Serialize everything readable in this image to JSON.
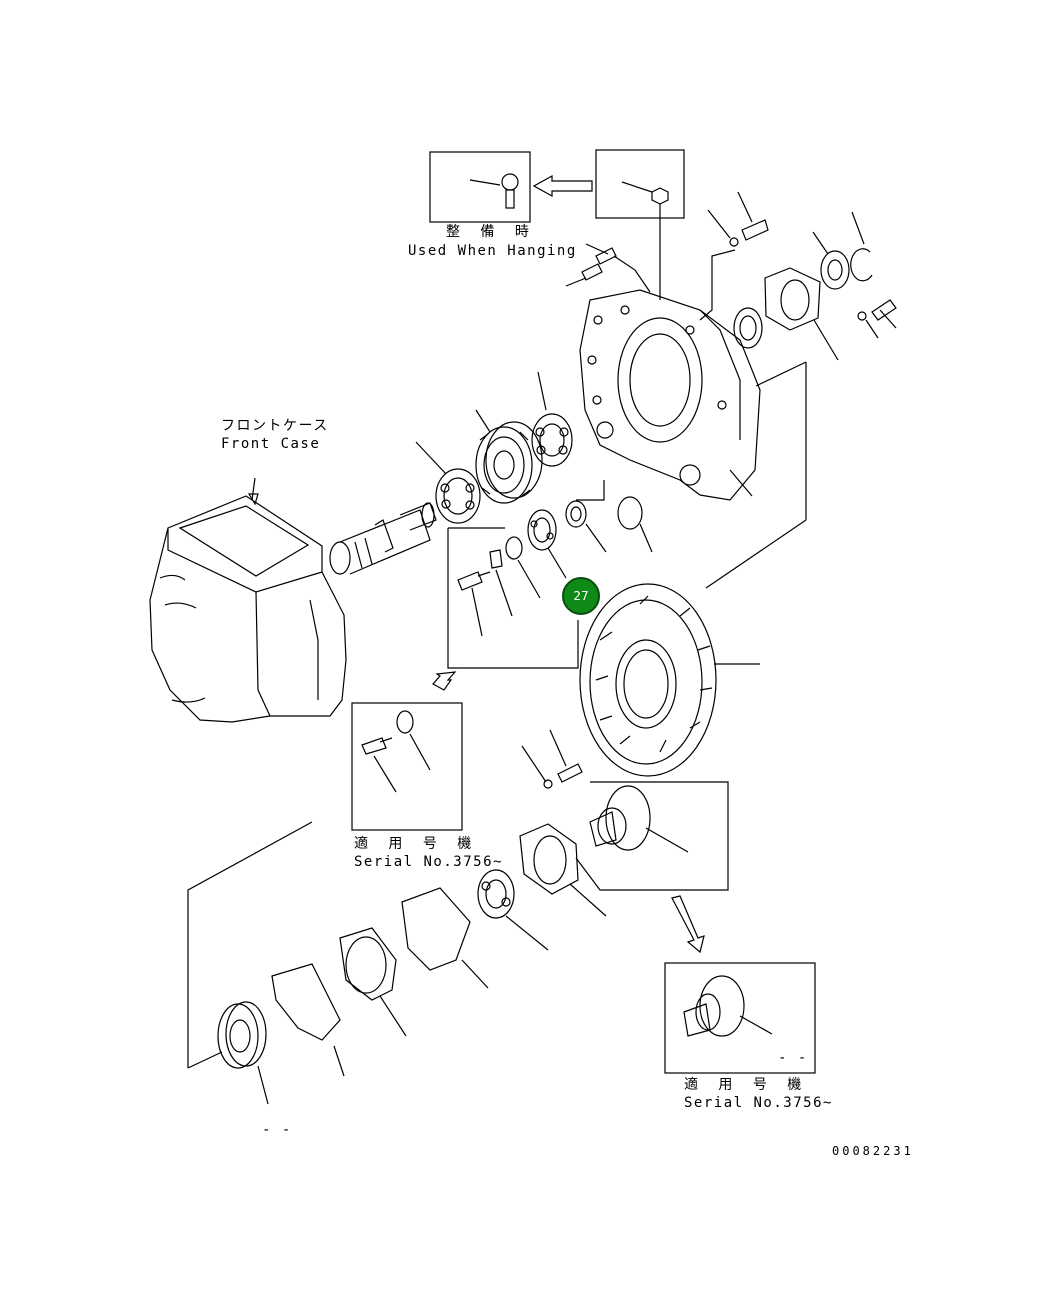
{
  "labels": {
    "hanging_jp": "整 備 時",
    "hanging_en": "Used When Hanging",
    "front_case_jp": "フロントケース",
    "front_case_en": "Front Case",
    "serial_jp_1": "適 用 号 機",
    "serial_en_1": "Serial No.3756~",
    "serial_jp_2": "適 用 号 機",
    "serial_en_2": "Serial No.3756~",
    "dash_1": "- -",
    "dash_2": "- -",
    "drawing_number": "00082231"
  },
  "callouts": [
    {
      "id": "27",
      "label": "27"
    }
  ],
  "colors": {
    "line": "#000000",
    "callout_fill": "#0f8a16",
    "callout_border": "#0a4d0e",
    "callout_text": "#ffffff"
  }
}
